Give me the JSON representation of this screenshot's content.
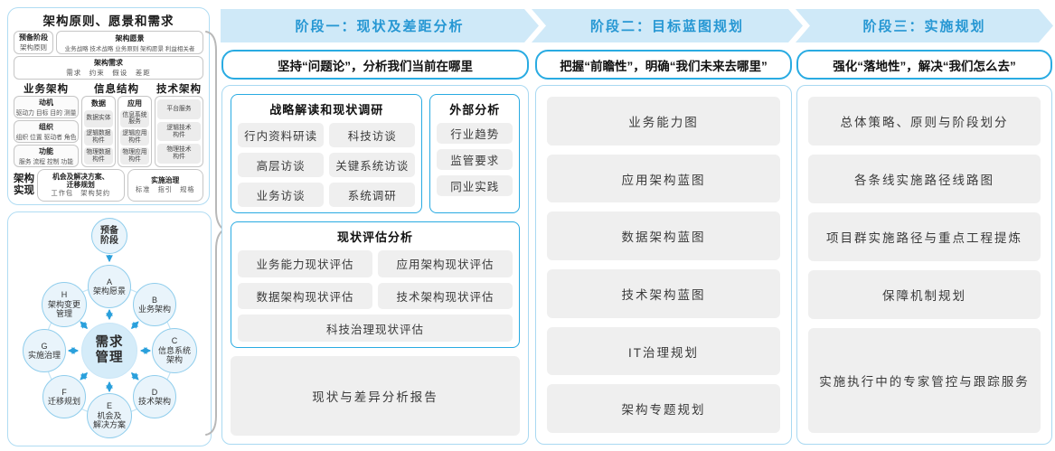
{
  "left_panel": {
    "title": "架构原则、愿景和需求",
    "prep": {
      "title": "预备阶段",
      "sub": "架构原则"
    },
    "vision": {
      "title": "架构愿景",
      "sub": "业务战略 技术战略 业务原则 架构愿景 利益相关者"
    },
    "requirement": {
      "title": "架构需求",
      "sub": "需求　约束　假设　差距"
    },
    "business": {
      "title": "业务架构",
      "boxes": [
        {
          "title": "动机",
          "sub": "驱动力 目标 目的 测量"
        },
        {
          "title": "组织",
          "sub": "组织 位置 驱动者 角色"
        },
        {
          "title": "功能",
          "sub": "服务 流程 控制 功能"
        }
      ]
    },
    "info": {
      "title": "信息结构",
      "data": {
        "title": "数据",
        "items": [
          "数据实体",
          "逻辑数据\n构件",
          "物理数据\n构件"
        ]
      },
      "app": {
        "title": "应用",
        "items": [
          "信息系统\n服务",
          "逻辑应用\n构件",
          "物理应用\n构件"
        ]
      }
    },
    "tech": {
      "title": "技术架构",
      "items": [
        "平台服务",
        "逻辑技术\n构件",
        "物理技术\n构件"
      ]
    },
    "impl": {
      "label": "架构\n实现",
      "opportunity": {
        "title": "机会及解决方案、\n迁移规划",
        "sub": "工作包　架构契约"
      },
      "governance": {
        "title": "实施治理",
        "sub": "标准　指引　规格"
      }
    }
  },
  "adm": {
    "prep": "预备\n阶段",
    "center": "需求\n管理",
    "nodes": [
      "A\n架构愿景",
      "B\n业务架构",
      "C\n信息系统\n架构",
      "D\n技术架构",
      "E\n机会及\n解决方案",
      "F\n迁移规划",
      "G\n实施治理",
      "H\n架构变更\n管理"
    ]
  },
  "phases": [
    {
      "header": "阶段一：现状及差距分析",
      "subtitle": "坚持“问题论”，分析我们当前在哪里"
    },
    {
      "header": "阶段二：目标蓝图规划",
      "subtitle": "把握“前瞻性”，明确“我们未来去哪里”",
      "items": [
        "业务能力图",
        "应用架构蓝图",
        "数据架构蓝图",
        "技术架构蓝图",
        "IT治理规划",
        "架构专题规划"
      ]
    },
    {
      "header": "阶段三：实施规划",
      "subtitle": "强化“落地性”，解决“我们怎么去”",
      "items": [
        "总体策略、原则与阶段划分",
        "各条线实施路径线路图",
        "项目群实施路径与重点工程提炼",
        "保障机制规划",
        "实施执行中的专家管控与跟踪服务"
      ]
    }
  ],
  "phase1": {
    "strategy": {
      "title": "战略解读和现状调研",
      "items": [
        "行内资料研读",
        "科技访谈",
        "高层访谈",
        "关键系统访谈",
        "业务访谈",
        "系统调研"
      ]
    },
    "external": {
      "title": "外部分析",
      "items": [
        "行业趋势",
        "监管要求",
        "同业实践"
      ]
    },
    "assessment": {
      "title": "现状评估分析",
      "items": [
        "业务能力现状评估",
        "应用架构现状评估",
        "数据架构现状评估",
        "技术架构现状评估"
      ],
      "full": "科技治理现状评估"
    },
    "report": "现状与差异分析报告"
  },
  "colors": {
    "accent_blue": "#29abe2",
    "banner_fill": "#cfe9f8",
    "banner_text": "#2697d3",
    "gray_box": "#efefef"
  }
}
